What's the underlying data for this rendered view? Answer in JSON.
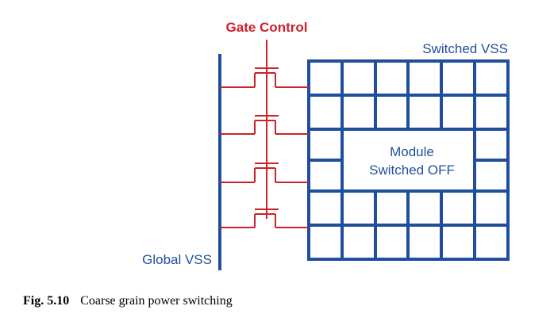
{
  "diagram": {
    "labels": {
      "gate_control": "Gate Control",
      "switched_vss": "Switched VSS",
      "module_line1": "Module",
      "module_line2": "Switched OFF",
      "global_vss": "Global VSS"
    },
    "caption": {
      "number": "Fig. 5.10",
      "text": "Coarse grain power switching"
    },
    "colors": {
      "blue": "#1f4e9c",
      "red": "#d0202a",
      "black": "#000000"
    }
  }
}
